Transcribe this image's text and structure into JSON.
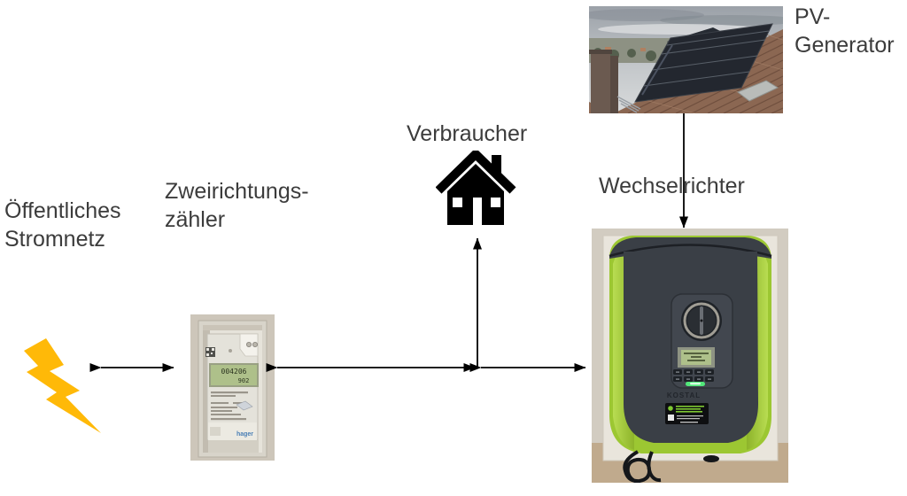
{
  "diagram": {
    "nodes": {
      "public_grid": {
        "label_lines": [
          "Öffentliches",
          "Stromnetz"
        ]
      },
      "meter": {
        "label_lines": [
          "Zweirichtungs-",
          "zähler"
        ]
      },
      "consumer": {
        "label": "Verbraucher"
      },
      "pv_generator": {
        "label_lines": [
          "PV-",
          "Generator"
        ]
      },
      "inverter": {
        "label": "Wechselrichter"
      }
    },
    "meter_photo": {
      "lcd_line1": "004206",
      "lcd_line2": "902",
      "brand": "hager"
    },
    "inverter_photo": {
      "brand": "KOSTAL"
    },
    "colors": {
      "text": "#3c3c3c",
      "arrow": "#000000",
      "lightning_yellow": "#FFB908",
      "house_black": "#000000",
      "inverter_green": "#9cc732",
      "inverter_body": "#3a3f46",
      "lcd_green": "#aec08a",
      "led_green": "#52e87a",
      "roof_tile_brown": "#8b6752",
      "wall_beige": "#d2ccc1"
    }
  }
}
